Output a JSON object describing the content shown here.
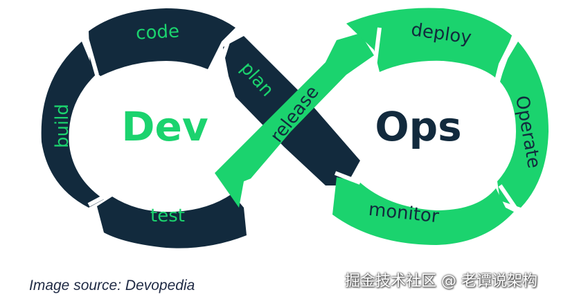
{
  "diagram": {
    "center_left": "Dev",
    "center_right": "Ops",
    "stages": {
      "code": "code",
      "build": "build",
      "test": "test",
      "plan": "plan",
      "release": "release",
      "deploy": "deploy",
      "operate": "Operate",
      "monitor": "monitor"
    },
    "colors": {
      "dark": "#122a3d",
      "green": "#1bd36e",
      "dev_text": "#1bd36e",
      "ops_text": "#122a3d"
    }
  },
  "caption": "Image source: Devopedia",
  "watermark": "掘金技术社区 @ 老谭说架构"
}
